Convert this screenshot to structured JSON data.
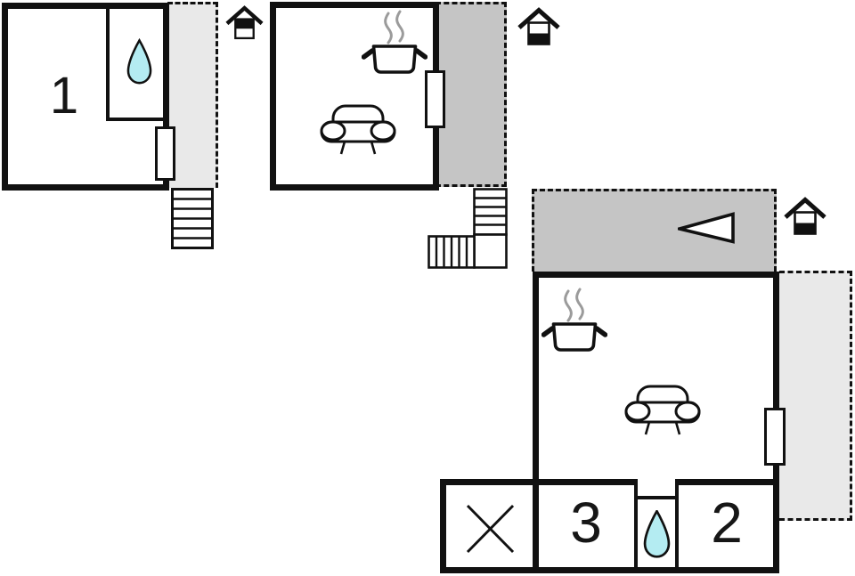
{
  "plan": {
    "type": "floor-plan",
    "wall_color": "#111111",
    "area_colors": {
      "terrace_light": "#e9e9e9",
      "terrace_dark": "#c5c5c5"
    },
    "accent_colors": {
      "water_drop": "#b4ecf2",
      "steam": "#9b9b9b"
    },
    "rooms": [
      {
        "label": "1",
        "floor_indicator": "upper",
        "features": [
          "water-drop",
          "window-door",
          "stairs",
          "terrace"
        ]
      },
      {
        "label": "2",
        "floor_indicator": "ground",
        "features": []
      },
      {
        "label": "3",
        "floor_indicator": "ground",
        "features": []
      }
    ],
    "areas": {
      "upper_unit_living": {
        "features": [
          "cooking-pot",
          "sofa",
          "window-door",
          "terrace",
          "l-shaped-stairs"
        ]
      },
      "ground_unit_living": {
        "features": [
          "cooking-pot",
          "sofa",
          "window-door",
          "terrace"
        ]
      },
      "hallway": {
        "features": [
          "direction-arrow"
        ]
      },
      "bath_niche": {
        "features": [
          "water-drop"
        ]
      },
      "storage": {
        "features": [
          "x-mark"
        ]
      }
    },
    "icons": [
      "house-floor-indicator-upper-icon",
      "house-floor-indicator-ground-icon",
      "water-drop-icon",
      "cooking-pot-icon",
      "sofa-icon",
      "stairs-icon",
      "l-shaped-stairs-icon",
      "direction-arrow-icon",
      "x-mark-icon",
      "window-door-icon"
    ]
  }
}
